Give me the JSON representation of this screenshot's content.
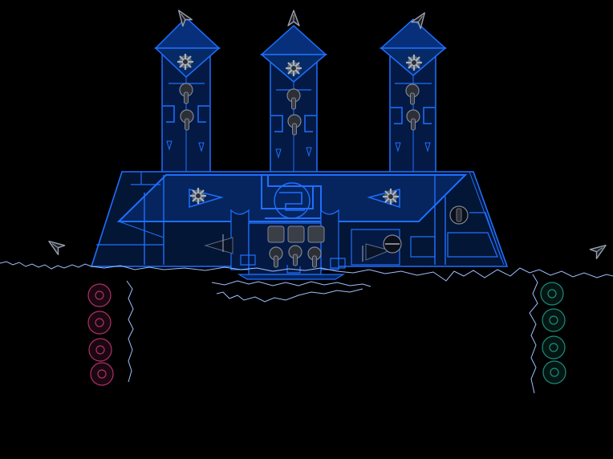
{
  "game": {
    "colors": {
      "background": "#000000",
      "structure_stroke": "#1f6fff",
      "structure_fill": "#06255e",
      "structure_fill_dark": "#031636",
      "terrain": "#9fbfff",
      "ornament": "#8a8f9e",
      "left_team": "#b0306a",
      "right_team": "#1f8a7e"
    },
    "icons": {
      "spire_cap": "arrowhead-icon",
      "spire_emblem": "gear-icon",
      "edge_marker": "arrowhead-icon",
      "token": "ring-token-icon"
    },
    "teams": [
      {
        "name": "left",
        "tokens": 4
      },
      {
        "name": "right",
        "tokens": 4
      }
    ],
    "spires": 3
  }
}
